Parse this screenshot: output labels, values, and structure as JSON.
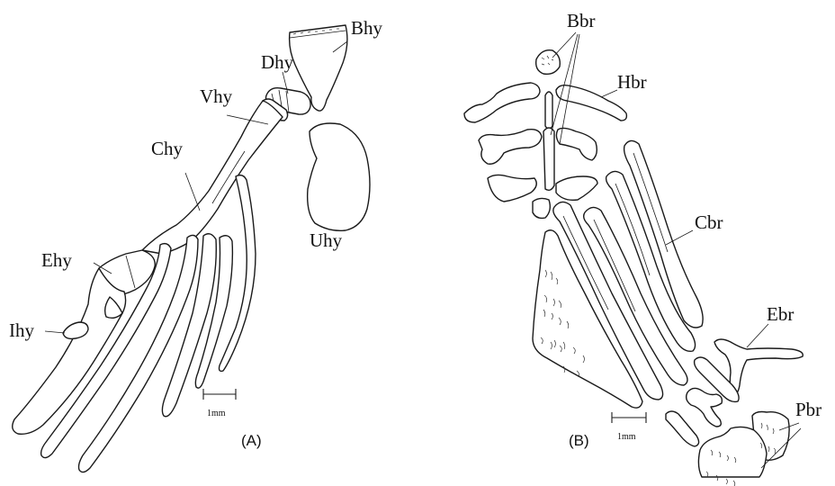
{
  "panel_a": {
    "caption": "(A)",
    "scale_label": "1mm",
    "labels": {
      "bhy": "Bhy",
      "dhy": "Dhy",
      "vhy": "Vhy",
      "chy": "Chy",
      "uhy": "Uhy",
      "ehy": "Ehy",
      "ihy": "Ihy"
    }
  },
  "panel_b": {
    "caption": "(B)",
    "scale_label": "1mm",
    "labels": {
      "bbr": "Bbr",
      "hbr": "Hbr",
      "cbr": "Cbr",
      "ebr": "Ebr",
      "pbr": "Pbr"
    }
  },
  "colors": {
    "stroke": "#1a1a1a",
    "background": "#ffffff"
  }
}
